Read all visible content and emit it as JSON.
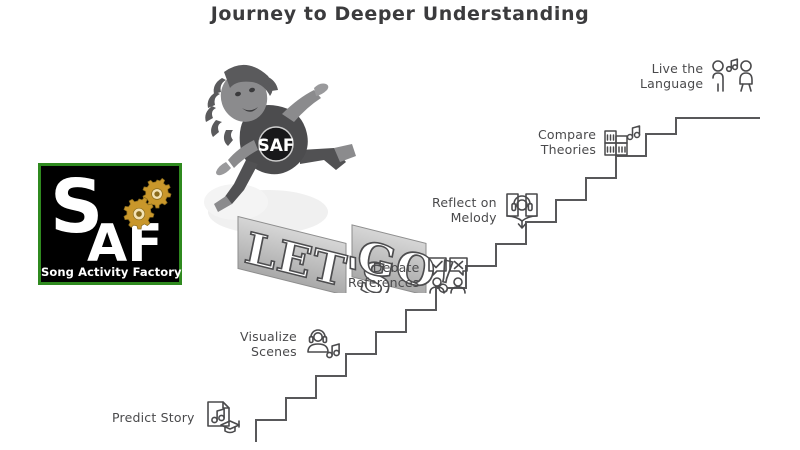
{
  "page": {
    "title": "Journey to Deeper Understanding",
    "background_color": "#ffffff",
    "text_color": "#4a4a4c"
  },
  "logo": {
    "name": "saf-logo",
    "letter_s": "S",
    "letters_af": "AF",
    "subtitle": "Song Activity Factory",
    "background_color": "#000000",
    "border_color": "#2f8a1f",
    "text_color": "#ffffff",
    "gear_color": "#c9972b",
    "badge_text": "SAF"
  },
  "banner": {
    "name": "lets-go-banner",
    "text": "LET'S GO!",
    "word_1": "LET'S",
    "word_2": "GO!",
    "panel_color": "#b9b9b9",
    "letter_color": "#ffffff"
  },
  "character": {
    "name": "leaping-student",
    "badge_text": "SAF",
    "skin_color": "#7d7d7f",
    "outfit_color": "#4c4c4e",
    "hair_color": "#5a5a5c"
  },
  "staircase": {
    "name": "staircase",
    "line_color": "#58585a",
    "step_count": 12,
    "direction": "ascending-left-to-right"
  },
  "steps": [
    {
      "id": "predict-story",
      "label_line1": "Predict Story",
      "label_line2": "",
      "icon": "document-music-graduation-cap-icon"
    },
    {
      "id": "visualize-scenes",
      "label_line1": "Visualize",
      "label_line2": "Scenes",
      "icon": "person-headphones-music-note-icon"
    },
    {
      "id": "debate-references",
      "label_line1": "Debate",
      "label_line2": "References",
      "icon": "check-cross-speech-bubbles-two-people-icon"
    },
    {
      "id": "reflect-on-melody",
      "label_line1": "Reflect on",
      "label_line2": "Melody",
      "icon": "open-book-headphones-icon"
    },
    {
      "id": "compare-theories",
      "label_line1": "Compare",
      "label_line2": "Theories",
      "icon": "bar-chart-building-music-notes-icon"
    },
    {
      "id": "live-the-language",
      "label_line1": "Live the",
      "label_line2": "Language",
      "icon": "two-people-music-notes-icon"
    }
  ],
  "watermark": {
    "text": ""
  }
}
